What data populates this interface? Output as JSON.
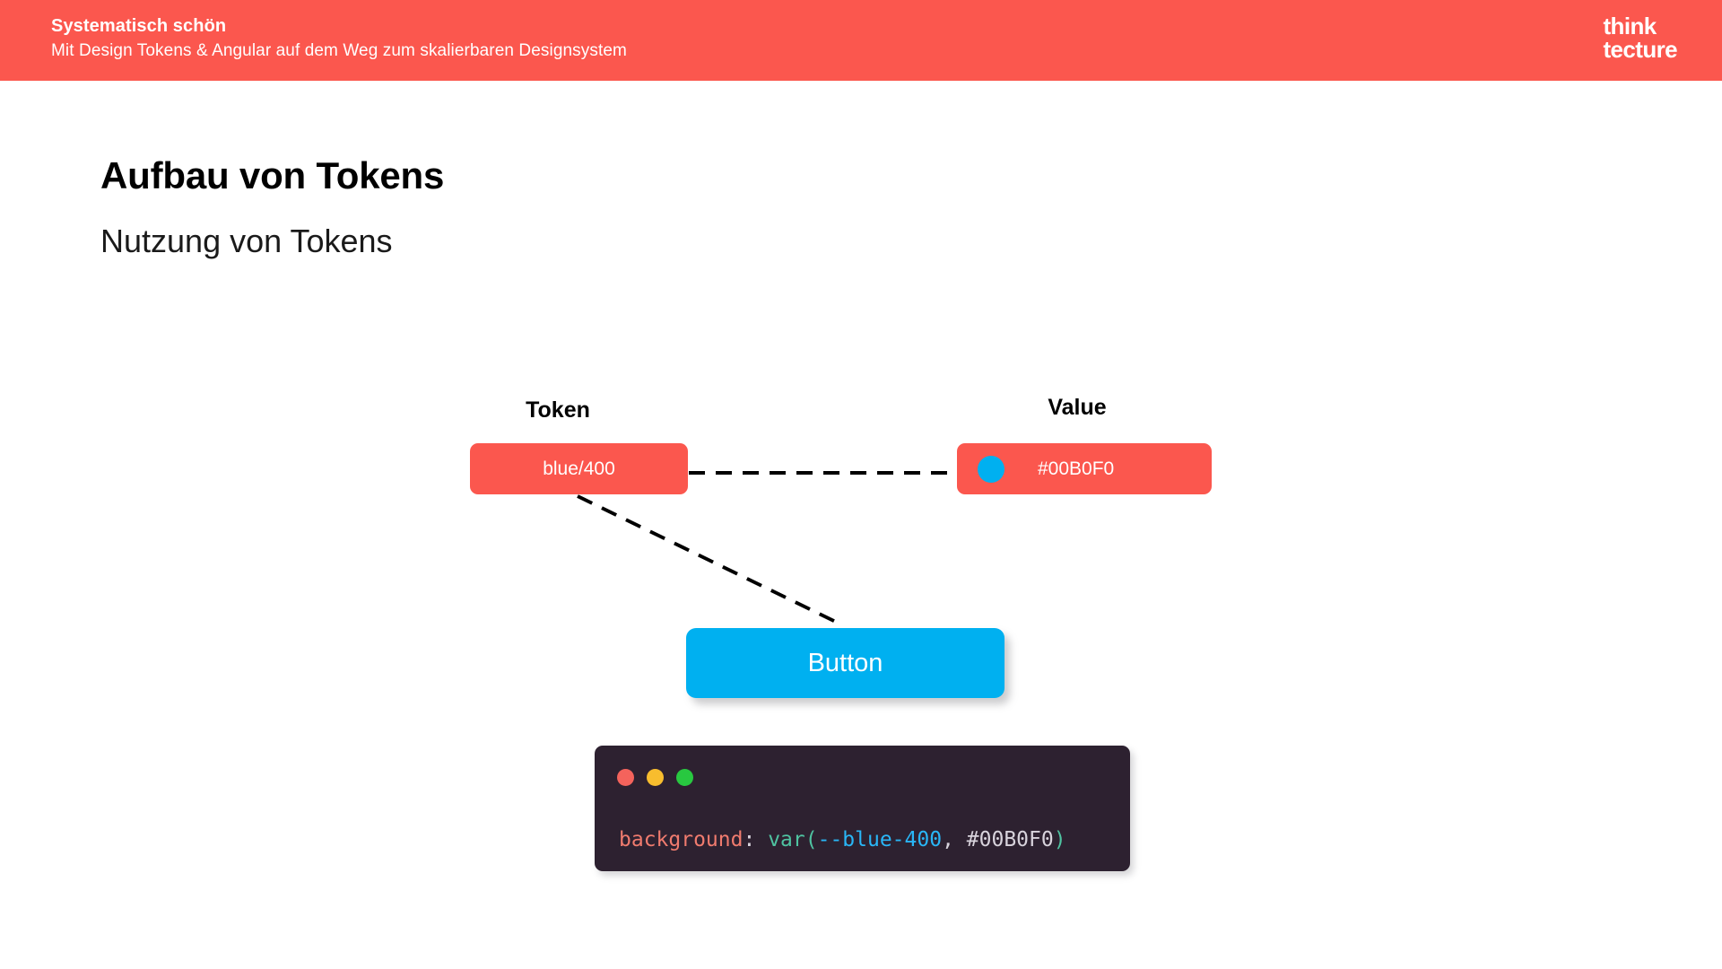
{
  "header": {
    "title": "Systematisch schön",
    "subtitle": "Mit Design Tokens & Angular auf dem Weg zum skalierbaren Designsystem",
    "background_color": "#FB574E",
    "brand": {
      "line1": "think",
      "line2": "tecture"
    }
  },
  "slide": {
    "heading": "Aufbau von Tokens",
    "subheading": "Nutzung von Tokens"
  },
  "diagram": {
    "captions": {
      "token": "Token",
      "value": "Value"
    },
    "token_pill": {
      "label": "blue/400",
      "background_color": "#FB574E",
      "text_color": "#FFFFFF"
    },
    "value_pill": {
      "label": "#00B0F0",
      "swatch_color": "#00B0F0",
      "background_color": "#FB574E",
      "text_color": "#FFFFFF"
    },
    "demo_button": {
      "label": "Button",
      "background_color": "#00B0F0",
      "text_color": "#FFFFFF"
    },
    "connectors": [
      {
        "name": "token-to-value",
        "style": "dashed",
        "color": "#000000"
      },
      {
        "name": "token-to-button",
        "style": "dashed",
        "color": "#000000"
      }
    ]
  },
  "code_window": {
    "background_color": "#2D2130",
    "traffic_lights": [
      {
        "name": "close-dot",
        "color": "#F4635C"
      },
      {
        "name": "minimize-dot",
        "color": "#F8BD2E"
      },
      {
        "name": "maximize-dot",
        "color": "#28C840"
      }
    ],
    "code": {
      "property": "background",
      "colon": ": ",
      "function": "var",
      "paren_open": "(",
      "variable": "--blue-400",
      "comma": ", ",
      "fallback": "#00B0F0",
      "paren_close": ")"
    }
  }
}
